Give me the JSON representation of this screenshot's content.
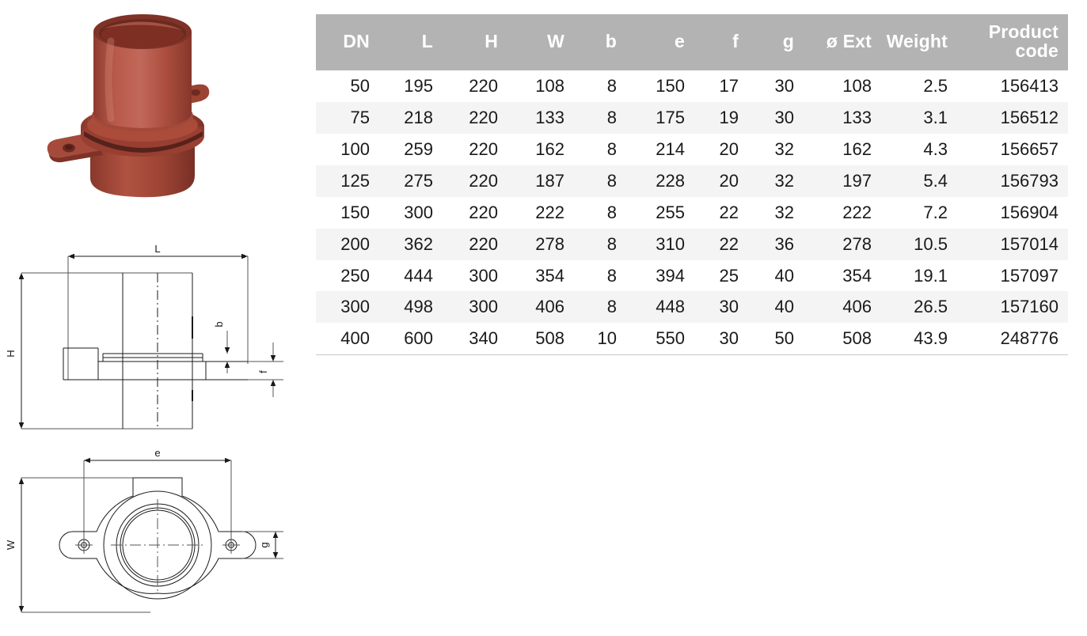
{
  "product": {
    "photo_alt": "cast iron flanged pipe outlet fitting",
    "body_color": "#a84a3c",
    "body_color_dark": "#8c3a2e",
    "body_color_light": "#c2685a",
    "bore_color": "#7a2f24"
  },
  "drawings": {
    "side_view": {
      "name": "side-elevation-drawing",
      "labels": {
        "length": "L",
        "height": "H",
        "collar_thickness": "b",
        "flange_thickness": "f"
      }
    },
    "plan_view": {
      "name": "plan-view-drawing",
      "labels": {
        "bolt_spacing": "e",
        "width": "W",
        "lug_width": "g"
      }
    }
  },
  "table": {
    "header_bg": "#b3b3b3",
    "header_color": "#ffffff",
    "stripe_color": "#f4f4f4",
    "columns": [
      {
        "key": "dn",
        "label": "DN"
      },
      {
        "key": "l",
        "label": "L"
      },
      {
        "key": "h",
        "label": "H"
      },
      {
        "key": "w",
        "label": "W"
      },
      {
        "key": "b",
        "label": "b"
      },
      {
        "key": "e",
        "label": "e"
      },
      {
        "key": "f",
        "label": "f"
      },
      {
        "key": "g",
        "label": "g"
      },
      {
        "key": "ext",
        "label": "ø Ext"
      },
      {
        "key": "weight",
        "label": "Weight"
      },
      {
        "key": "code",
        "label": "Product code"
      }
    ],
    "rows": [
      {
        "dn": "50",
        "l": "195",
        "h": "220",
        "w": "108",
        "b": "8",
        "e": "150",
        "f": "17",
        "g": "30",
        "ext": "108",
        "weight": "2.5",
        "code": "156413"
      },
      {
        "dn": "75",
        "l": "218",
        "h": "220",
        "w": "133",
        "b": "8",
        "e": "175",
        "f": "19",
        "g": "30",
        "ext": "133",
        "weight": "3.1",
        "code": "156512"
      },
      {
        "dn": "100",
        "l": "259",
        "h": "220",
        "w": "162",
        "b": "8",
        "e": "214",
        "f": "20",
        "g": "32",
        "ext": "162",
        "weight": "4.3",
        "code": "156657"
      },
      {
        "dn": "125",
        "l": "275",
        "h": "220",
        "w": "187",
        "b": "8",
        "e": "228",
        "f": "20",
        "g": "32",
        "ext": "197",
        "weight": "5.4",
        "code": "156793"
      },
      {
        "dn": "150",
        "l": "300",
        "h": "220",
        "w": "222",
        "b": "8",
        "e": "255",
        "f": "22",
        "g": "32",
        "ext": "222",
        "weight": "7.2",
        "code": "156904"
      },
      {
        "dn": "200",
        "l": "362",
        "h": "220",
        "w": "278",
        "b": "8",
        "e": "310",
        "f": "22",
        "g": "36",
        "ext": "278",
        "weight": "10.5",
        "code": "157014"
      },
      {
        "dn": "250",
        "l": "444",
        "h": "300",
        "w": "354",
        "b": "8",
        "e": "394",
        "f": "25",
        "g": "40",
        "ext": "354",
        "weight": "19.1",
        "code": "157097"
      },
      {
        "dn": "300",
        "l": "498",
        "h": "300",
        "w": "406",
        "b": "8",
        "e": "448",
        "f": "30",
        "g": "40",
        "ext": "406",
        "weight": "26.5",
        "code": "157160"
      },
      {
        "dn": "400",
        "l": "600",
        "h": "340",
        "w": "508",
        "b": "10",
        "e": "550",
        "f": "30",
        "g": "50",
        "ext": "508",
        "weight": "43.9",
        "code": "248776"
      }
    ]
  }
}
